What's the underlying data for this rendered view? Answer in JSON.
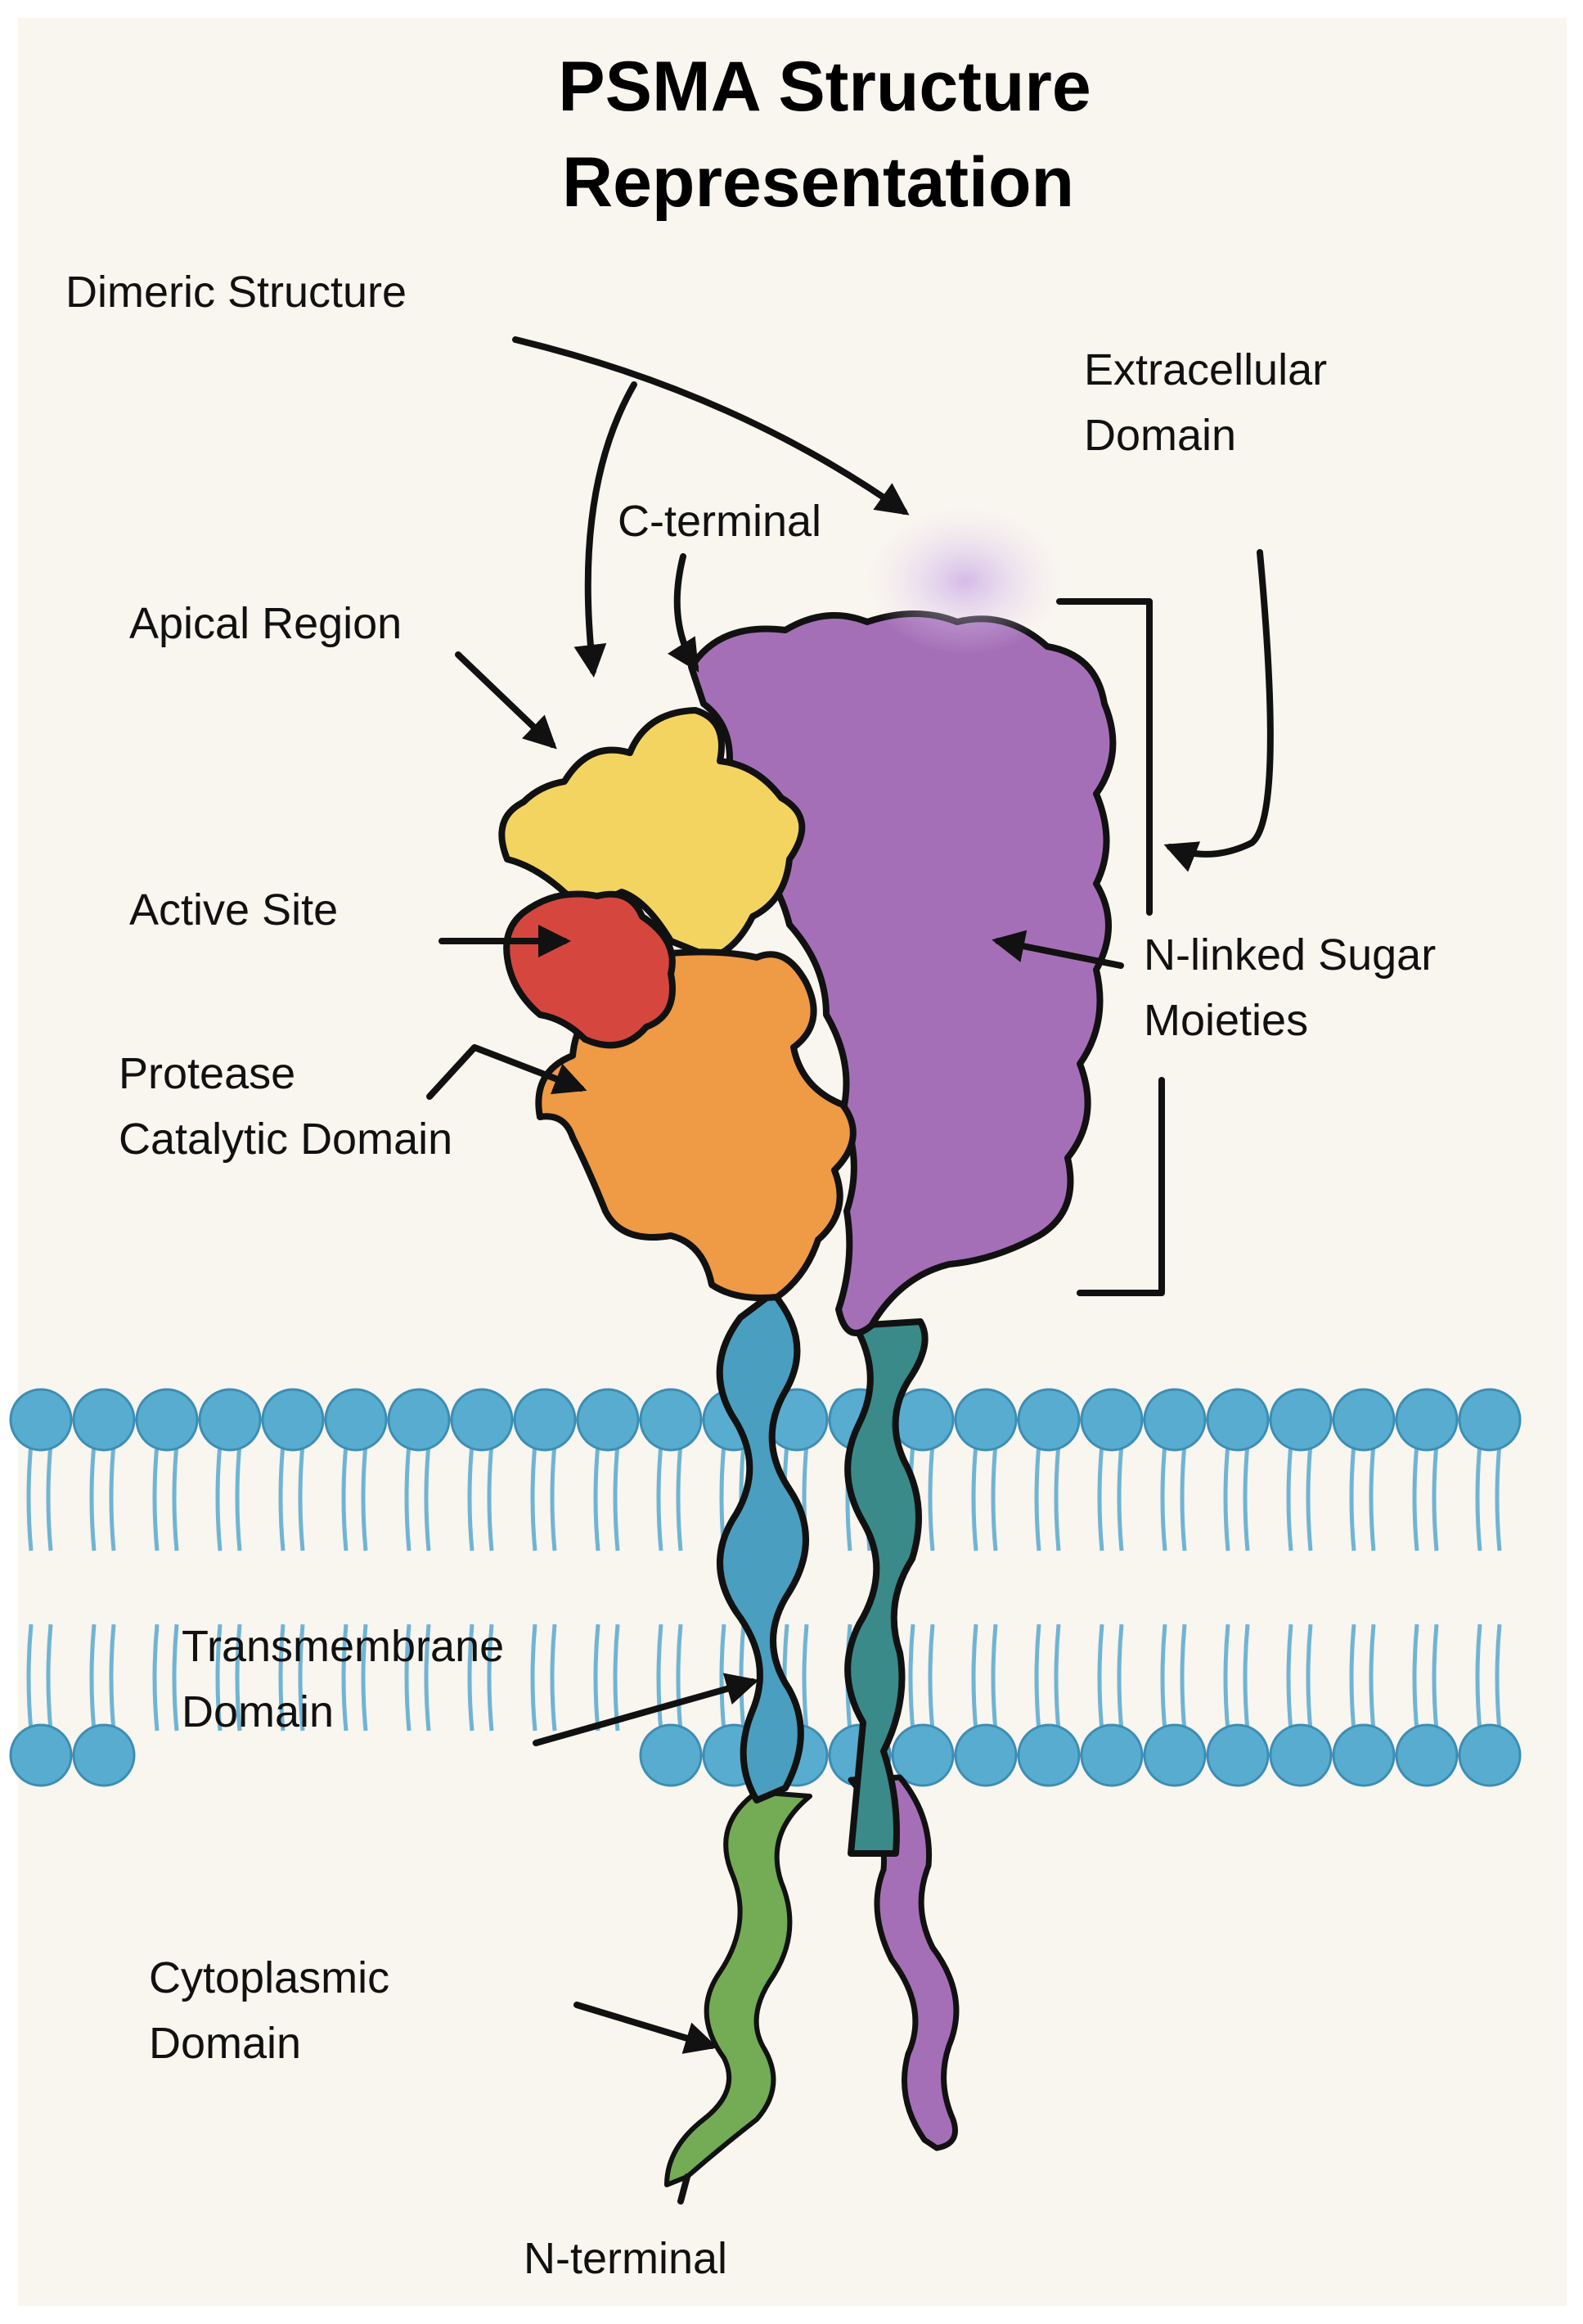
{
  "title": {
    "line1": "PSMA Structure",
    "line2": "Representation"
  },
  "labels": {
    "dimeric_structure": "Dimeric Structure",
    "extracellular_line1": "Extracellular",
    "extracellular_line2": "Domain",
    "c_terminal": "C-terminal",
    "apical_region": "Apical Region",
    "active_site": "Active Site",
    "protease_line1": "Protease",
    "protease_line2": "Catalytic Domain",
    "nlinked_line1": "N-linked Sugar",
    "nlinked_line2": "Moieties",
    "transmembrane_line1": "Transmembrane",
    "transmembrane_line2": "Domain",
    "cytoplasmic_line1": "Cytoplasmic",
    "cytoplasmic_line2": "Domain",
    "n_terminal": "N-terminal"
  },
  "colors": {
    "background": "#f9f5ef",
    "apical_yellow": "#f4d460",
    "active_red": "#d5473e",
    "protease_orange": "#ef9a45",
    "monomer_purple": "#a56fb7",
    "transmembrane_blue": "#4a9ebf",
    "transmembrane_teal": "#3a8a8a",
    "cytoplasmic_green": "#74ab55",
    "membrane_head": "#57acd0",
    "membrane_tail": "#6fb4d4",
    "outline": "#111111"
  }
}
